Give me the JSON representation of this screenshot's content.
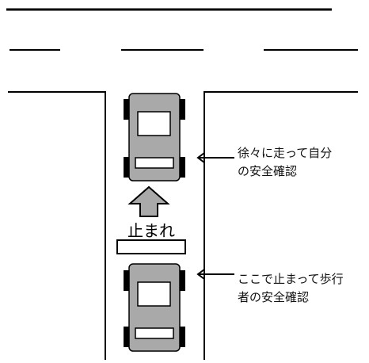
{
  "diagram": {
    "stop_marking_text": "止まれ",
    "annotations": {
      "upper_line1": "徐々に走って自分",
      "upper_line2": "の安全確認",
      "lower_line1": "ここで止まって歩行",
      "lower_line2": "者の安全確認"
    },
    "colors": {
      "road_line": "#000000",
      "car_body": "#a9a9a9",
      "car_window": "#ffffff",
      "tire": "#000000",
      "arrow_fill": "#a9a9a9"
    }
  }
}
